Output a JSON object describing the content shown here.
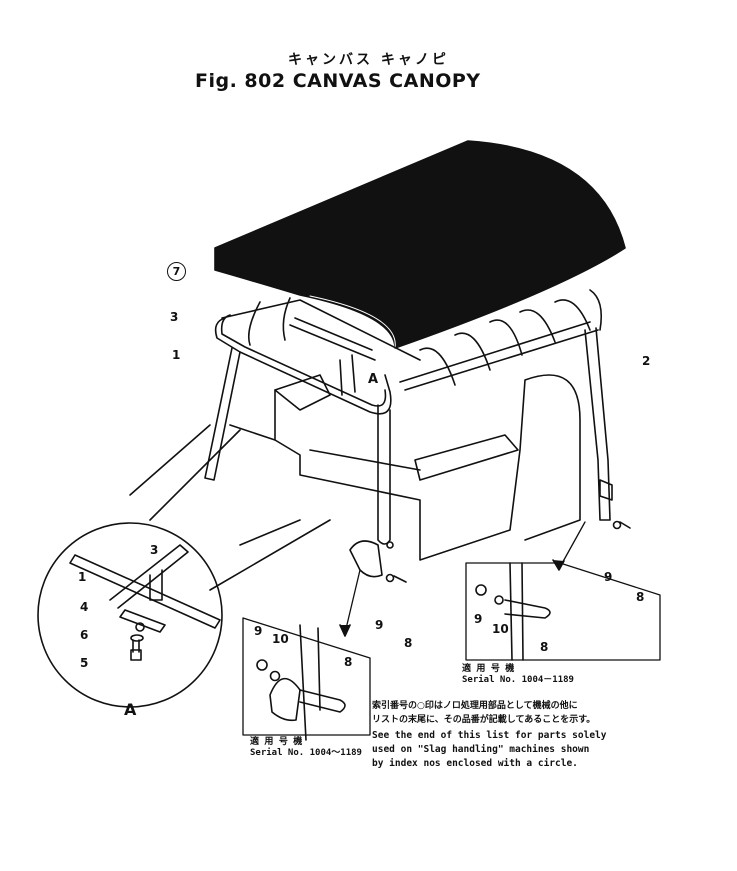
{
  "header": {
    "title_jp": "キャンバス キャノピ",
    "title": "Fig. 802  CANVAS CANOPY"
  },
  "callouts": {
    "main": {
      "c7": "7",
      "c3": "3",
      "c1": "1",
      "c2": "2",
      "cA": "A",
      "c9_right": "9",
      "c8_right": "8",
      "c9_mid": "9",
      "c8_mid": "8"
    },
    "detail_a": {
      "c3": "3",
      "c1": "1",
      "c4": "4",
      "c6": "6",
      "c5": "5",
      "label": "A"
    },
    "left_inset": {
      "c9": "9",
      "c10": "10",
      "c8": "8"
    },
    "right_inset": {
      "c9": "9",
      "c10": "10",
      "c8": "8"
    }
  },
  "serials": {
    "left": {
      "jp": "適 用 号 機",
      "text": "Serial No. 1004～1189"
    },
    "right": {
      "jp": "適 用 号 機",
      "text": "Serial No. 1004－1189"
    }
  },
  "notes": {
    "jp_line1": "索引番号の○印はノロ処理用部品として機械の他に",
    "jp_line2": "リストの末尾に、その品番が記載してあることを示す。",
    "en_line1": "See the end of this list for parts solely",
    "en_line2": "used on \"Slag handling\" machines shown",
    "en_line3": "by index nos enclosed with a circle."
  }
}
